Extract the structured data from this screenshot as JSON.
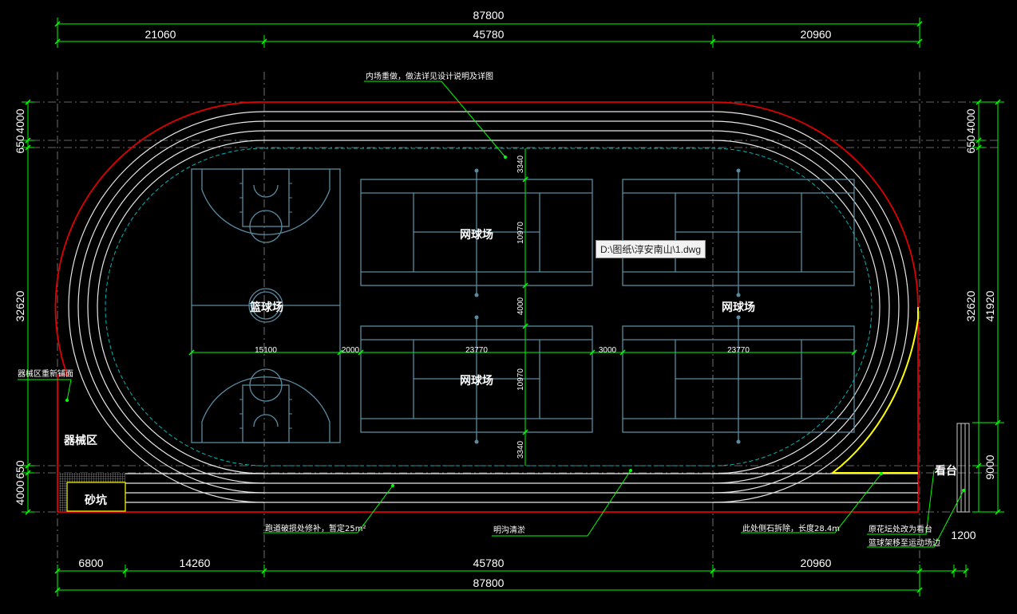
{
  "file_tooltip": "D:\\图纸\\淳安南山\\1.dwg",
  "dimensions": {
    "top_total": "87800",
    "top_left": "21060",
    "top_mid": "45780",
    "top_right": "20960",
    "bottom_total": "87800",
    "bottom_1": "6800",
    "bottom_2": "14260",
    "bottom_3": "45780",
    "bottom_4": "20960",
    "bottom_5": "1200",
    "left_650_top": "650",
    "left_4000_top": "4000",
    "left_32620": "32620",
    "left_650_bot": "650",
    "left_4000_bot": "4000",
    "right_650": "650",
    "right_4000": "4000",
    "right_32620": "32620",
    "right_41920": "41920",
    "right_9000": "9000",
    "field_15100": "15100",
    "field_2000": "2000",
    "field_23770_a": "23770",
    "field_3000": "3000",
    "field_23770_b": "23770",
    "vert_3340_top": "3340",
    "vert_10970_top": "10970",
    "vert_4000": "4000",
    "vert_10970_bot": "10970",
    "vert_3340_bot": "3340"
  },
  "labels": {
    "basketball": "篮球场",
    "tennis_top": "网球场",
    "tennis_right": "网球场",
    "tennis_bottom": "网球场",
    "equipment_area": "器械区",
    "sand_pit": "砂坑",
    "stand": "看台"
  },
  "notes": {
    "inner_field": "内场重做，做法详见设计说明及详图",
    "equipment_resurface": "器械区重新铺面",
    "track_repair": "跑道破损处修补，暂定25m²",
    "drain": "明沟清淤",
    "curb": "此处侧石拆除，长度28.4m",
    "flower_bed_1": "原花坛处改为看台",
    "flower_bed_2": "篮球架移至运动场边"
  },
  "colors": {
    "background": "#000000",
    "dimension_line": "#00ff00",
    "boundary": "#e00000",
    "track_lines": "#ffffff",
    "court_lines": "#5a8aa0",
    "field_edge": "#00b4b4",
    "stand_edge": "#ffff00"
  }
}
